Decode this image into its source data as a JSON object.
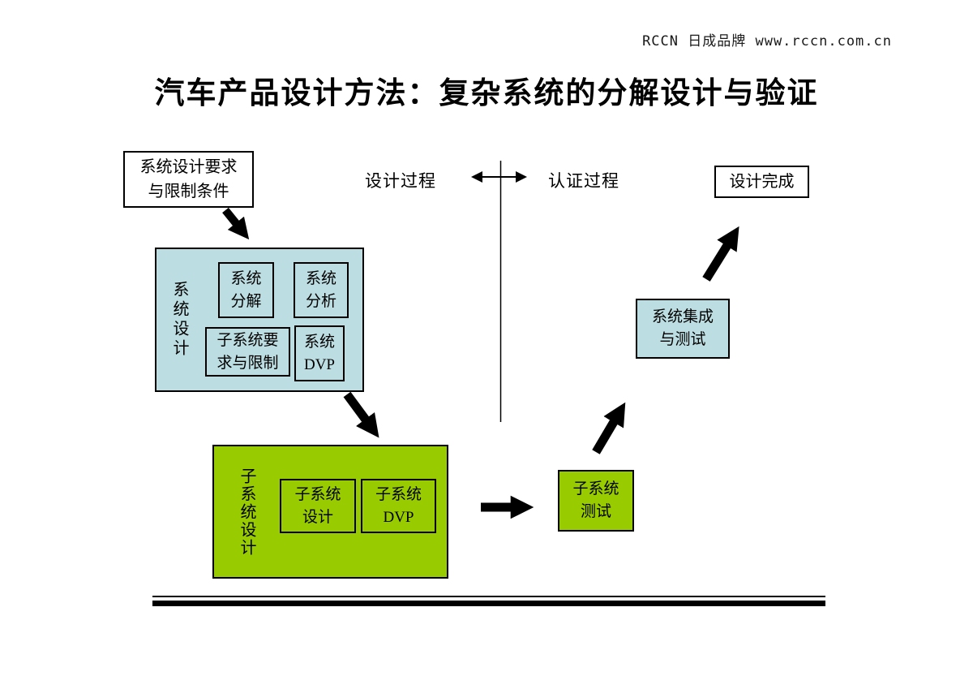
{
  "watermark": "RCCN 日成品牌 www.rccn.com.cn",
  "title": "汽车产品设计方法：复杂系统的分解设计与验证",
  "process_labels": {
    "design": "设计过程",
    "verification": "认证过程"
  },
  "boxes": {
    "requirements": {
      "line1": "系统设计要求",
      "line2": "与限制条件"
    },
    "design_complete": {
      "label": "设计完成"
    },
    "system_design": {
      "side_label": "系统设计",
      "decomposition": {
        "line1": "系统",
        "line2": "分解"
      },
      "analysis": {
        "line1": "系统",
        "line2": "分析"
      },
      "subsystem_requirements": {
        "line1": "子系统要",
        "line2": "求与限制"
      },
      "system_dvp": {
        "line1": "系统",
        "line2": "DVP"
      }
    },
    "subsystem_design": {
      "side_label": "子系统设计",
      "design": {
        "line1": "子系统",
        "line2": "设计"
      },
      "dvp": {
        "line1": "子系统",
        "line2": "DVP"
      }
    },
    "subsystem_test": {
      "line1": "子系统",
      "line2": "测试"
    },
    "system_integration": {
      "line1": "系统集成",
      "line2": "与测试"
    }
  },
  "colors": {
    "light_blue": "#bcdde1",
    "green": "#99cc00",
    "line": "#000000"
  }
}
